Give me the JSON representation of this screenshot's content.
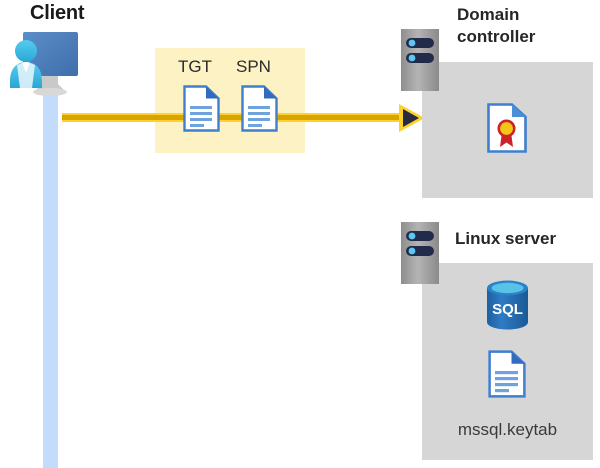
{
  "diagram": {
    "title_client": "Client",
    "title_domain_controller": "Domain controller",
    "title_linux_server": "Linux server",
    "flow_labels": {
      "tgt": "TGT",
      "spn": "SPN"
    },
    "keytab_label": "mssql.keytab",
    "sql_icon_text": "SQL",
    "colors": {
      "highlight_box": "#fdf2c4",
      "panel_gray": "#d6d6d6",
      "arrow_core": "#d9a300",
      "arrow_edge": "#ffd12e",
      "arrowhead_fill": "#262b3f",
      "lifeline": "#c3dcfb",
      "doc_border": "#3f7fd0",
      "doc_fold": "#2f6cc0",
      "doc_line": "#6fa3dd",
      "rack_body": "#9d9d9d",
      "rack_bar": "#232b4a",
      "rack_led": "#5bc8f0",
      "sql_body": "#2a71b8",
      "sql_top": "#59c2e8",
      "cert_seal": "#f5c518",
      "cert_ribbon": "#cc2229",
      "monitor_blue": "#4a7ebb",
      "person_blue": "#41b6e0",
      "text_dark": "#262626"
    }
  }
}
